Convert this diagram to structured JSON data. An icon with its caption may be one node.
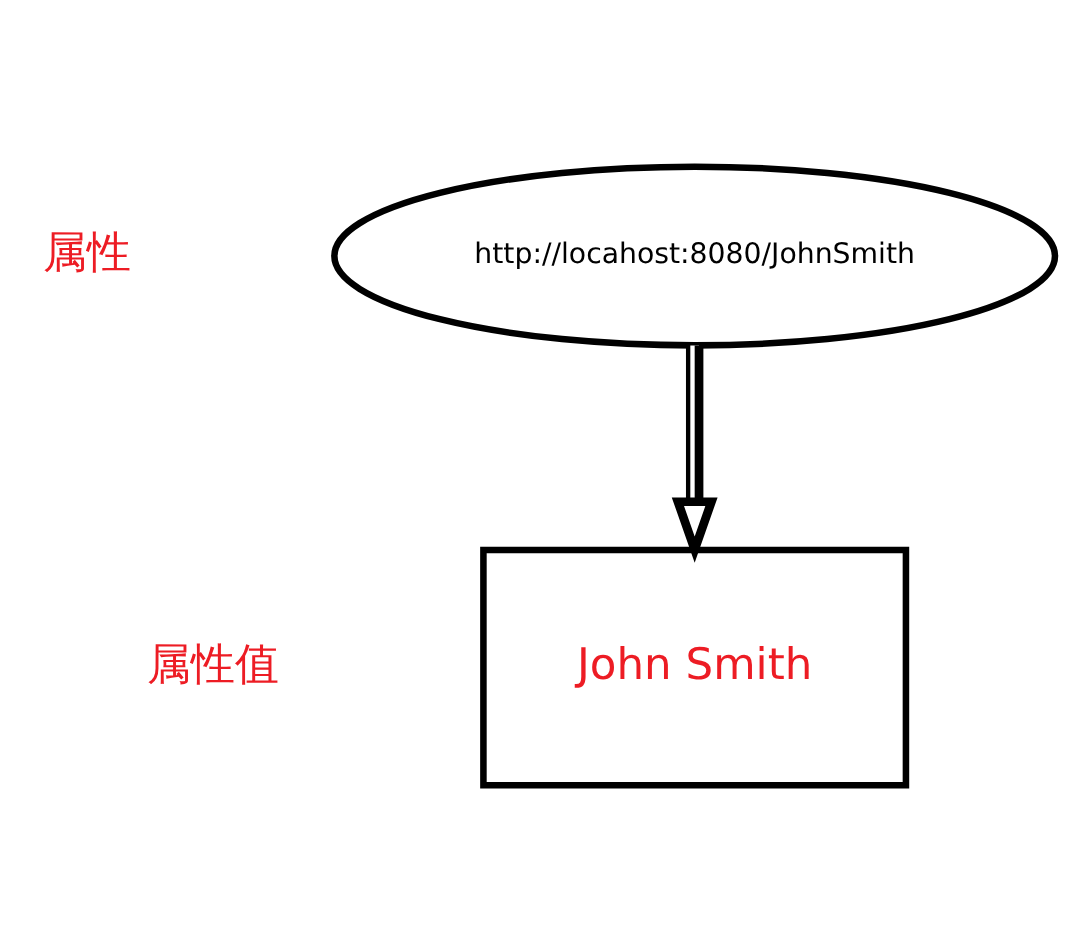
{
  "diagram": {
    "nodes": [
      {
        "text": [
          "http://locahost:8080/JohnSmith"
        ]
      },
      {
        "text": [
          "John Smith"
        ]
      }
    ],
    "edges": [
      {
        "from": 0,
        "to": 1,
        "arrow": "to"
      }
    ],
    "labels": [
      "属性",
      "属性值"
    ]
  }
}
